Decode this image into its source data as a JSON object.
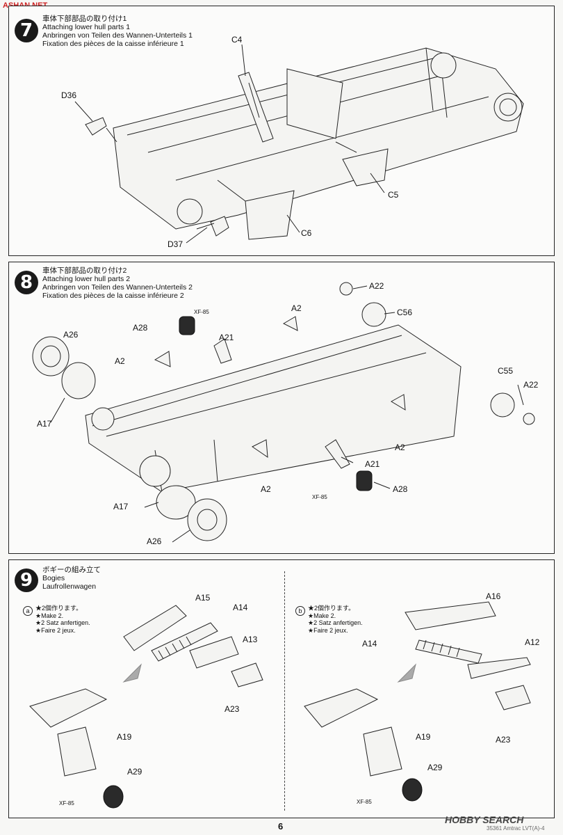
{
  "watermark": {
    "top": "ASHAN.NET",
    "bottom": "HOBBY SEARCH",
    "bottom_code": "35361 Amtrac LVT(A)-4"
  },
  "page_number": "6",
  "steps": [
    {
      "number": "7",
      "titles": [
        "車体下部部品の取り付け1",
        "Attaching lower hull parts 1",
        "Anbringen von Teilen des Wannen-Unterteils 1",
        "Fixation des pièces de la caisse inférieure 1"
      ],
      "labels": [
        "C4",
        "D36",
        "C5",
        "C6",
        "D37"
      ]
    },
    {
      "number": "8",
      "titles": [
        "車体下部部品の取り付け2",
        "Attaching lower hull parts 2",
        "Anbringen von Teilen des Wannen-Unterteils 2",
        "Fixation des pièces de la caisse inférieure 2"
      ],
      "labels": [
        "A22",
        "A2",
        "C56",
        "XF-85",
        "A28",
        "A21",
        "A26",
        "A2",
        "C55",
        "A22",
        "A17",
        "A2",
        "A21",
        "A2",
        "A28",
        "XF-85",
        "A17",
        "A26"
      ]
    },
    {
      "number": "9",
      "titles": [
        "ボギーの組み立て",
        "Bogies",
        "Laufrollenwagen"
      ],
      "sub_a": {
        "letter": "a",
        "notes": [
          "★2個作ります。",
          "★Make 2.",
          "★2 Satz anfertigen.",
          "★Faire 2 jeux."
        ],
        "labels": [
          "A15",
          "A14",
          "A13",
          "A23",
          "A19",
          "A29",
          "XF-85"
        ]
      },
      "sub_b": {
        "letter": "b",
        "notes": [
          "★2個作ります。",
          "★Make 2.",
          "★2 Satz anfertigen.",
          "★Faire 2 jeux."
        ],
        "labels": [
          "A16",
          "A14",
          "A12",
          "A23",
          "A19",
          "A29",
          "XF-85"
        ]
      }
    }
  ]
}
